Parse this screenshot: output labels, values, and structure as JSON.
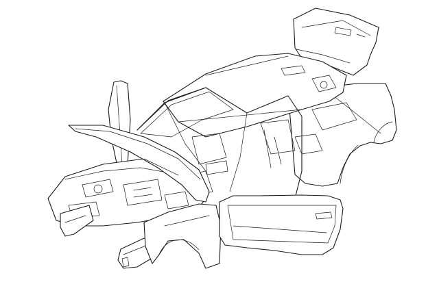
{
  "diagram": {
    "kind": "line-art exploded view",
    "colors": {
      "line": "#1a1a1a",
      "background": "#ffffff"
    },
    "parts": [
      {
        "id": "roof",
        "icon": "roof-panel-icon"
      },
      {
        "id": "trunk-lid",
        "icon": "trunk-lid-icon"
      },
      {
        "id": "hood",
        "icon": "hood-panel-icon"
      },
      {
        "id": "a-pillar-trim",
        "icon": "pillar-trim-icon"
      },
      {
        "id": "front-subframe",
        "icon": "subframe-icon"
      },
      {
        "id": "front-fender",
        "icon": "fender-icon"
      },
      {
        "id": "door",
        "icon": "door-panel-icon"
      },
      {
        "id": "quarter-panel",
        "icon": "quarter-panel-icon"
      }
    ]
  }
}
